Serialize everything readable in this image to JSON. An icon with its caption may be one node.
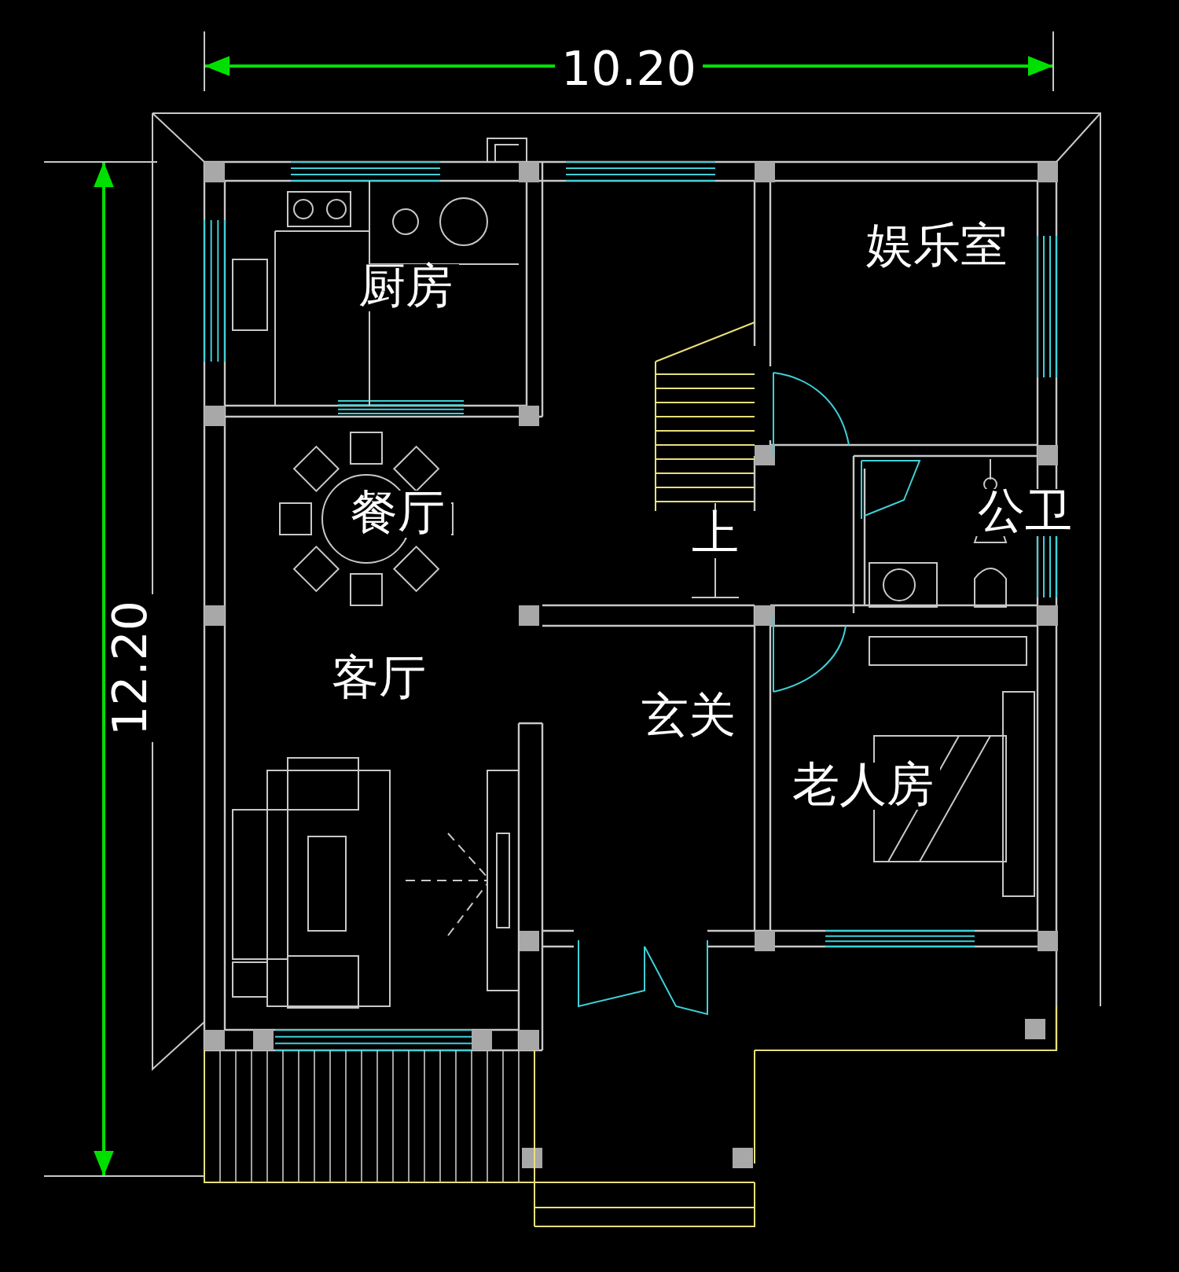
{
  "diagram": {
    "labels": [
      "10.20",
      "厨房",
      "娱乐室",
      "餐厅",
      "上",
      "公卫",
      "客厅",
      "玄关",
      "老人房",
      "12.20"
    ]
  }
}
